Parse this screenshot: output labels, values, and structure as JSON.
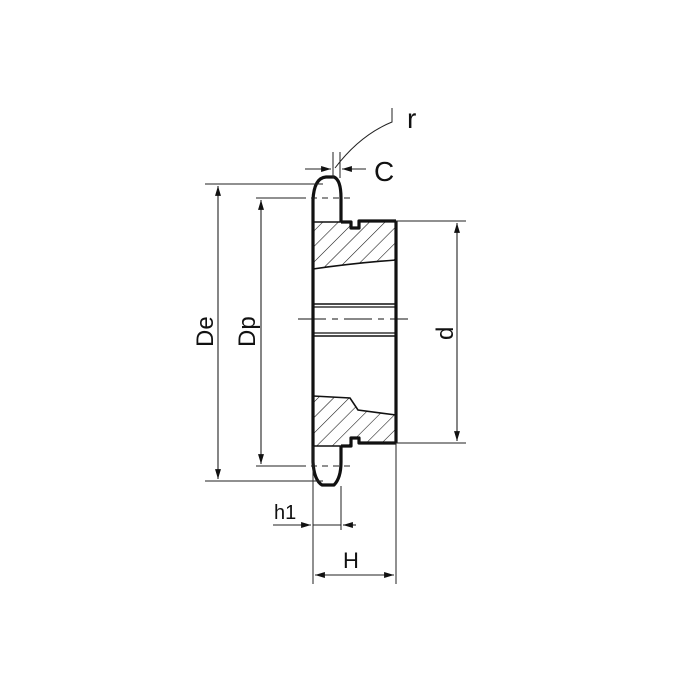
{
  "diagram": {
    "type": "sprocket-hub-cross-section",
    "labels": {
      "r": "r",
      "C": "C",
      "De": "De",
      "Dp": "Dp",
      "d": "d",
      "h1": "h1",
      "H": "H"
    },
    "colors": {
      "line": "#111111",
      "dim": "#222222",
      "background": "#ffffff"
    }
  }
}
